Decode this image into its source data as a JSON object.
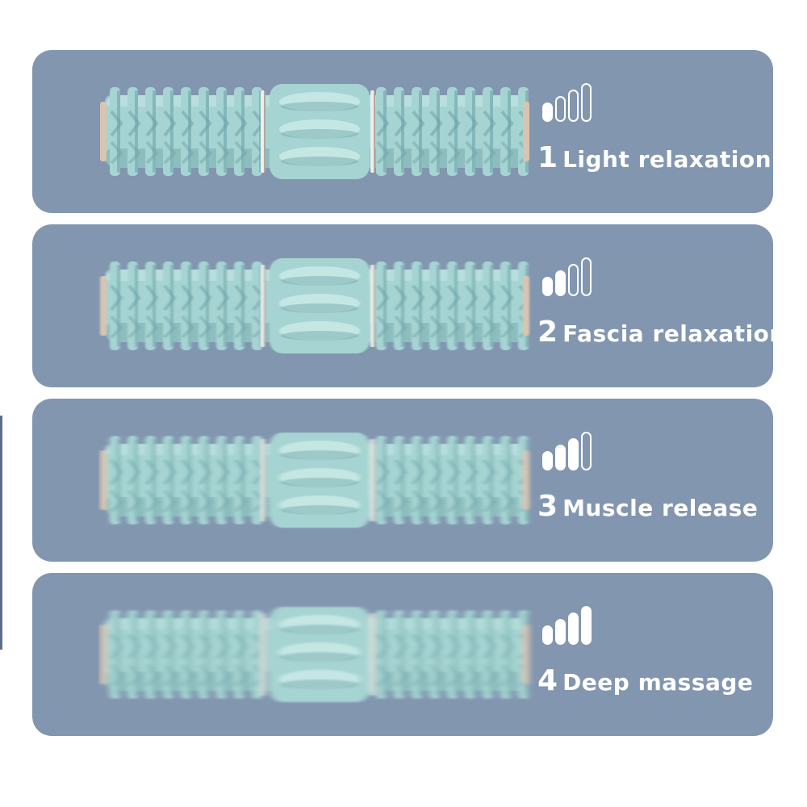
{
  "colors": {
    "card_bg": "#8296b0",
    "roller_fill": "#a6d4d2",
    "roller_shadow": "#6ea3a8",
    "roller_highlight": "#c9eae7",
    "text": "#ffffff",
    "icon_active": "#ffffff"
  },
  "icons": {
    "level_indicator": "signal-bars-icon",
    "roller": "massage-roller-image"
  },
  "modes": [
    {
      "number": "1",
      "label": "Light relaxation",
      "level": 1,
      "max_level": 4
    },
    {
      "number": "2",
      "label": "Fascia relaxation",
      "level": 2,
      "max_level": 4
    },
    {
      "number": "3",
      "label": "Muscle release",
      "level": 3,
      "max_level": 4
    },
    {
      "number": "4",
      "label": "Deep massage",
      "level": 4,
      "max_level": 4
    }
  ]
}
